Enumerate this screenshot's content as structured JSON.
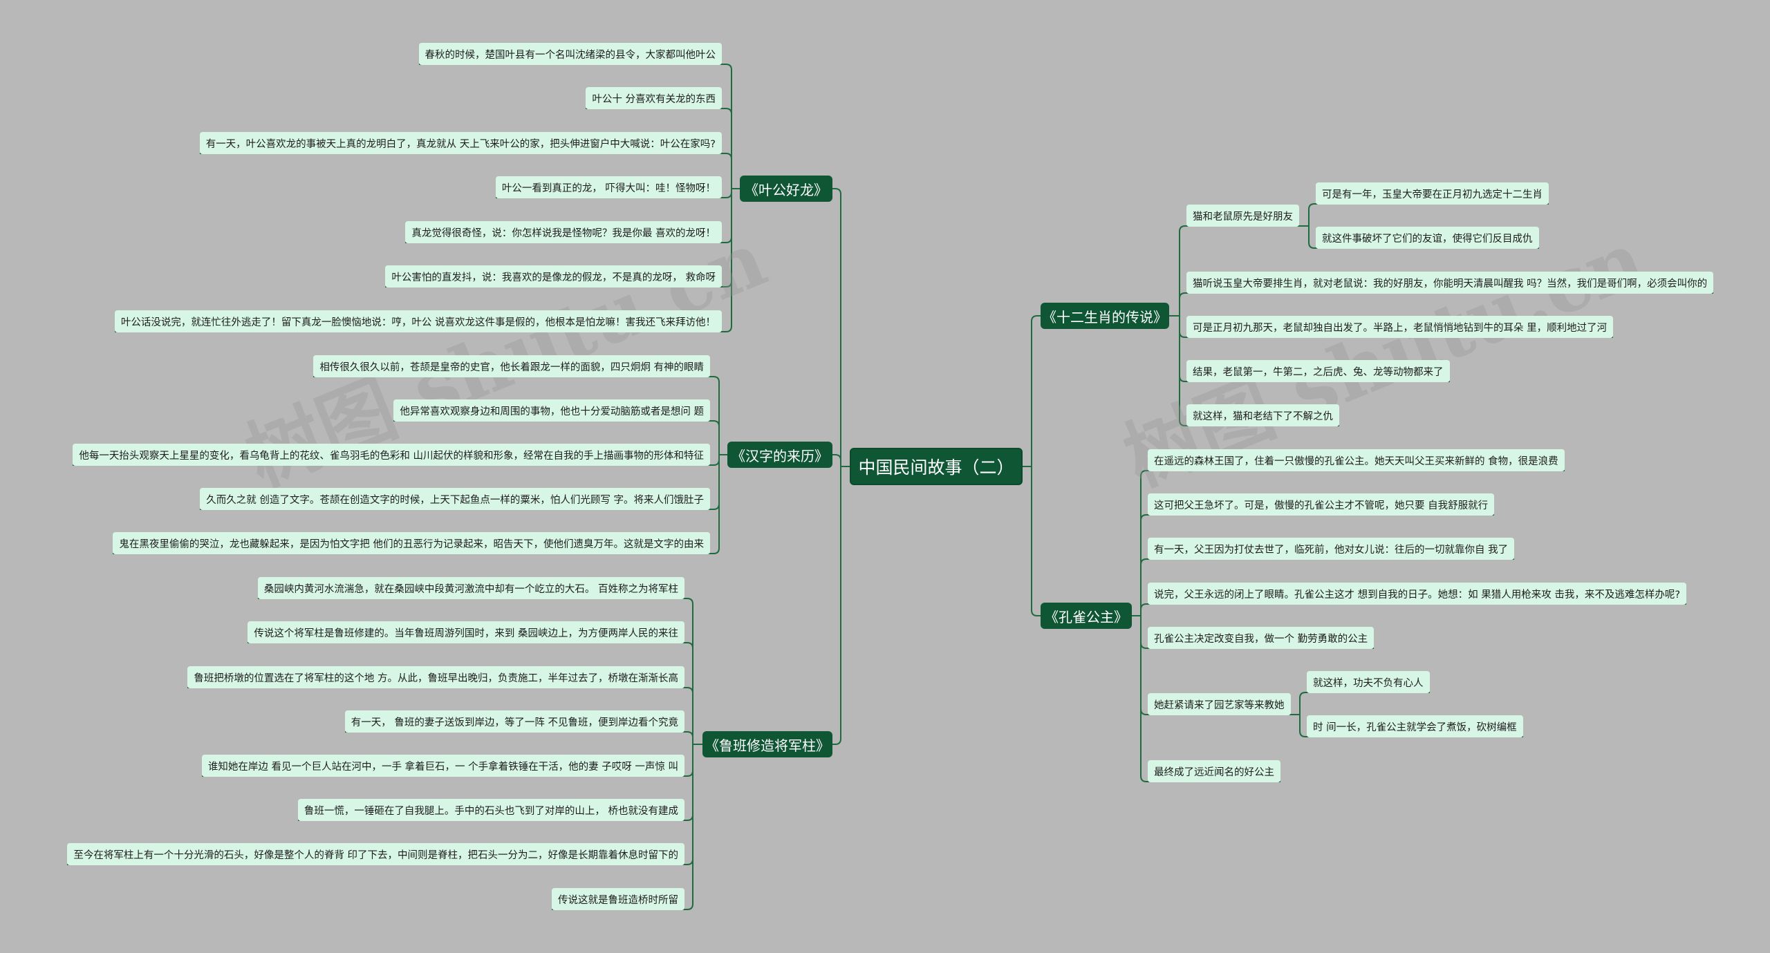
{
  "root": "中国民间故事（二）",
  "watermark": "树图 shutu.cn",
  "colors": {
    "background": "#b8b8b8",
    "branch": "#0f5634",
    "leaf": "#d8f6e6",
    "line": "#1e6b3f"
  },
  "branches": {
    "yegong": {
      "title": "《叶公好龙》",
      "items": [
        "春秋的时候，楚国叶县有一个名叫沈绪梁的县令，大家都叫他叶公",
        "叶公十 分喜欢有关龙的东西",
        "有一天，叶公喜欢龙的事被天上真的龙明白了，真龙就从 天上飞来叶公的家，把头伸进窗户中大喊说：叶公在家吗?",
        "叶公一看到真正的龙， 吓得大叫：哇！怪物呀！",
        "真龙觉得很奇怪，说：你怎样说我是怪物呢？我是你最 喜欢的龙呀！",
        "叶公害怕的直发抖，说：我喜欢的是像龙的假龙，不是真的龙呀， 救命呀",
        "叶公话没说完，就连忙往外逃走了！留下真龙一脸懊恼地说：哼，叶公 说喜欢龙这件事是假的，他根本是怕龙嘛！害我还飞来拜访他！"
      ]
    },
    "hanzi": {
      "title": "《汉字的来历》",
      "items": [
        "相传很久很久以前，苍颉是皇帝的史官，他长着跟龙一样的面貌，四只炯炯 有神的眼睛",
        "他异常喜欢观察身边和周围的事物，他也十分爱动脑筋或者是想问 题",
        "他每一天抬头观察天上星星的变化，看乌龟背上的花纹、雀鸟羽毛的色彩和 山川起伏的样貌和形象，经常在自我的手上描画事物的形体和特征",
        "久而久之就 创造了文字。苍颉在创造文字的时候，上天下起鱼点一样的粟米，怕人们光顾写 字。将来人们饿肚子",
        "鬼在黑夜里偷偷的哭泣，龙也藏躲起来，是因为怕文字把 他们的丑恶行为记录起来，昭告天下，使他们遗臭万年。这就是文字的由来"
      ]
    },
    "luban": {
      "title": "《鲁班修造将军柱》",
      "items": [
        "桑园峡内黄河水流湍急，就在桑园峡中段黄河激流中却有一个屹立的大石。 百姓称之为将军柱",
        "传说这个将军柱是鲁班修建的。当年鲁班周游列国时，来到 桑园峡边上，为方便两岸人民的来往",
        "鲁班把桥墩的位置选在了将军柱的这个地 方。从此，鲁班早出晚归，负责施工，半年过去了，桥墩在渐渐长高",
        "有一天， 鲁班的妻子送饭到岸边，等了一阵 不见鲁班，便到岸边看个究竟",
        "谁知她在岸边 看见一个巨人站在河中，一手 拿着巨石，一 个手拿着铁锤在干活，他的妻 子哎呀 一声惊 叫",
        "鲁班一慌，一锤砸在了自我腿上。手中的石头也飞到了对岸的山上， 桥也就没有建成",
        "至今在将军柱上有一个十分光滑的石头，好像是整个人的脊背 印了下去，中间则是脊柱，把石头一分为二，好像是长期靠着休息时留下的",
        "传说这就是鲁班造桥时所留"
      ]
    },
    "shengxiao": {
      "title": "《十二生肖的传说》",
      "sub_label": "猫和老鼠原先是好朋友",
      "sub_items": [
        "可是有一年，玉皇大帝要在正月初九选定十二生肖",
        "就这件事破坏了它们的友谊，使得它们反目成仇"
      ],
      "items": [
        "猫听说玉皇大帝要排生肖，就对老鼠说：我的好朋友，你能明天清晨叫醒我 吗？当然，我们是哥们啊，必须会叫你的",
        "可是正月初九那天，老鼠却独自出发了。半路上，老鼠悄悄地钻到牛的耳朵 里，顺利地过了河",
        "结果，老鼠第一，牛第二，之后虎、兔、龙等动物都来了",
        "就这样，猫和老结下了不解之仇"
      ]
    },
    "kongque": {
      "title": "《孔雀公主》",
      "items_before": [
        "在遥远的森林王国了，住着一只傲慢的孔雀公主。她天天叫父王买来新鲜的 食物，很是浪费",
        "这可把父王急坏了。可是，傲慢的孔雀公主才不管呢，她只要 自我舒服就行",
        "有一天，父王因为打仗去世了，临死前，他对女儿说：往后的一切就靠你自 我了",
        "说完，父王永远的闭上了眼睛。孔雀公主这才 想到自我的日子。她想：如 果猎人用枪来攻 击我，来不及逃难怎样办呢?",
        "孔雀公主决定改变自我，做一个 勤劳勇敢的公主"
      ],
      "sub_label": "她赶紧请来了园艺家等来教她",
      "sub_items": [
        "就这样，功夫不负有心人",
        "时 间一长，孔雀公主就学会了煮饭，砍树编框"
      ],
      "items_after": [
        "最终成了远近闻名的好公主"
      ]
    }
  }
}
